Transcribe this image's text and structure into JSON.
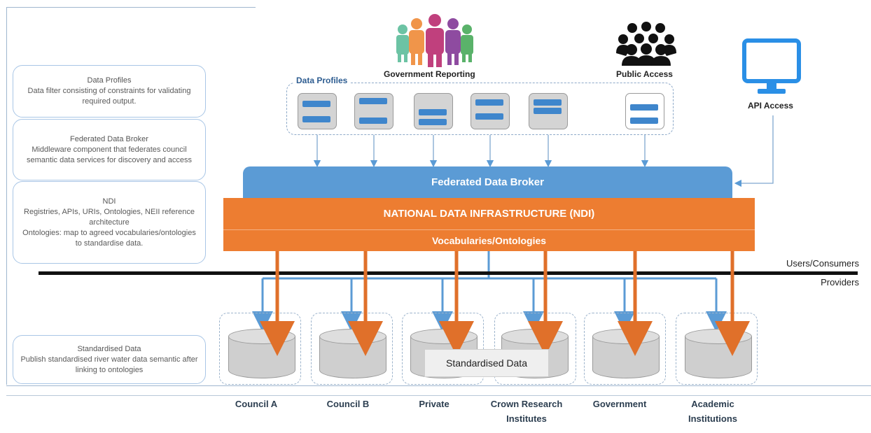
{
  "info_boxes": [
    {
      "title": "Data Profiles",
      "text": "Data filter consisting of constraints for validating required output."
    },
    {
      "title": "Federated Data Broker",
      "text": "Middleware component that federates council semantic data services for discovery and access"
    },
    {
      "title": "NDI",
      "text": "Registries, APIs, URIs, Ontologies, NEII reference architecture\nOntologies: map to agreed vocabularies/ontologies to standardise data."
    },
    {
      "title": "Standardised Data",
      "text": "Publish standardised river water data semantic after linking to ontologies"
    }
  ],
  "consumers": {
    "government_reporting": "Government Reporting",
    "public_access": "Public Access",
    "api_access": "API Access"
  },
  "data_profiles_label": "Data Profiles",
  "layers": {
    "broker": "Federated Data Broker",
    "ndi": "NATIONAL DATA INFRASTRUCTURE (NDI)",
    "vocab": "Vocabularies/Ontologies"
  },
  "divider": {
    "users": "Users/Consumers",
    "providers": "Providers"
  },
  "standardised_data_label": "Standardised Data",
  "institutions": [
    "Council A",
    "Council B",
    "Private",
    "Crown Research Institutes",
    "Government",
    "Academic Institutions"
  ],
  "colors": {
    "broker": "#5b9bd5",
    "ndi": "#ed7d31",
    "arrow_blue": "#5b9bd5",
    "arrow_orange": "#e0702a",
    "people": [
      "#6cc3a4",
      "#f0954a",
      "#c0407d",
      "#8e4ba0",
      "#5ab26a"
    ]
  },
  "icons": {
    "government_reporting": "people-group-icon",
    "public_access": "crowd-icon",
    "api_access": "monitor-icon"
  }
}
